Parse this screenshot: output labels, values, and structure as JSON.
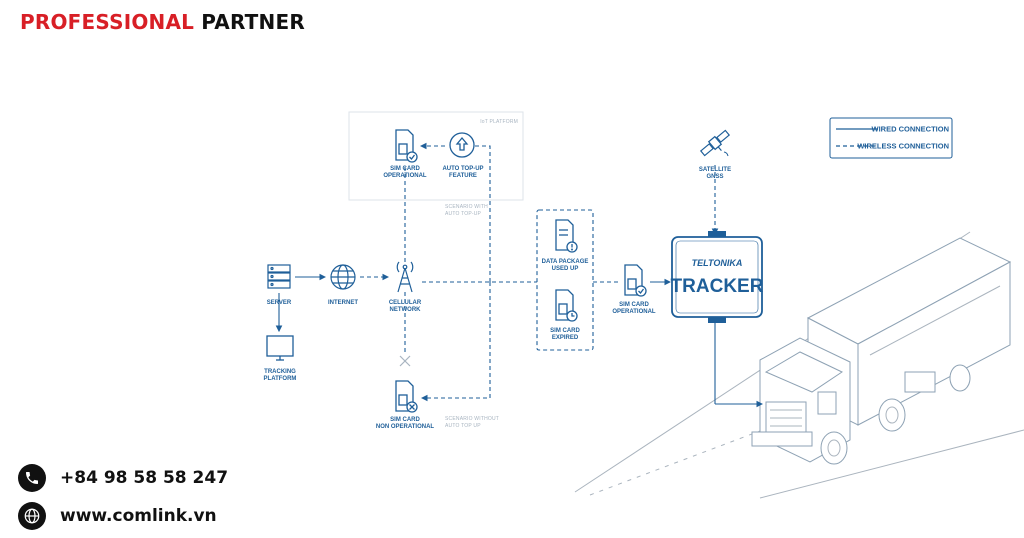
{
  "header": {
    "brand_red": "PROFESSIONAL",
    "brand_black": "PARTNER"
  },
  "legend": {
    "wired": "WIRED CONNECTION",
    "wireless": "WIRELESS CONNECTION"
  },
  "group": {
    "label": "IoT PLATFORM"
  },
  "nodes": {
    "sim_operational_top": [
      "SIM CARD",
      "OPERATIONAL"
    ],
    "auto_topup": [
      "AUTO TOP-UP",
      "FEATURE"
    ],
    "server": "SERVER",
    "internet": "INTERNET",
    "cellular": [
      "CELLULAR",
      "NETWORK"
    ],
    "tracking": [
      "TRACKING",
      "PLATFORM"
    ],
    "sim_non_operational": [
      "SIM CARD",
      "NON OPERATIONAL"
    ],
    "data_package": [
      "DATA PACKAGE",
      "USED UP"
    ],
    "sim_expired": [
      "SIM CARD",
      "EXPIRED"
    ],
    "sim_operational_right": [
      "SIM CARD",
      "OPERATIONAL"
    ],
    "satellite": [
      "SATELLITE",
      "GNSS"
    ],
    "tracker_brand": "TELTONIKA",
    "tracker_name": "TRACKER"
  },
  "scenarios": {
    "with": [
      "SCENARIO WITH",
      "AUTO TOP-UP"
    ],
    "without": [
      "SCENARIO WITHOUT",
      "AUTO TOP UP"
    ]
  },
  "contact": {
    "phone": "+84 98 58 58 247",
    "website": "www.comlink.vn"
  },
  "colors": {
    "diagram_blue": "#1f5f99",
    "brand_red": "#d81f26",
    "truck_gray": "#aab4be"
  },
  "icons": [
    "phone-icon",
    "globe-icon",
    "server-icon",
    "monitor-icon",
    "satellite-icon",
    "cell-tower-icon",
    "sim-card-icon",
    "upload-arrow-icon"
  ]
}
